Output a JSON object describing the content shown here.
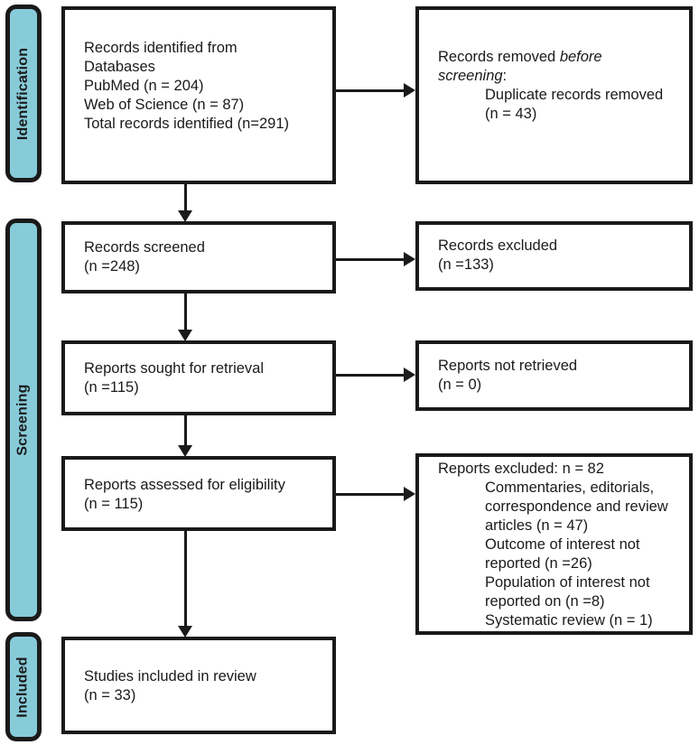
{
  "palette": {
    "stage_fill": "#87CBD9",
    "line_color": "#1A1A1A",
    "background": "#FFFFFF"
  },
  "stages": {
    "identification": "Identification",
    "screening": "Screening",
    "included": "Included"
  },
  "boxes": {
    "records_identified": {
      "lines": [
        "Records identified from",
        "Databases",
        "PubMed (n = 204)",
        "Web of Science (n = 87)",
        "Total records identified (n=291)"
      ]
    },
    "records_removed": {
      "line1_normal": "Records removed ",
      "line1_italic": "before",
      "line2_italic": "screening",
      "line2_normal": ":",
      "items": [
        "Duplicate records removed",
        "(n = 43)"
      ]
    },
    "records_screened": {
      "lines": [
        "Records screened",
        "(n =248)"
      ]
    },
    "records_excluded": {
      "lines": [
        "Records excluded",
        "(n =133)"
      ]
    },
    "reports_sought": {
      "lines": [
        "Reports sought for retrieval",
        "(n =115)"
      ]
    },
    "reports_not_retrieved": {
      "lines": [
        "Reports not retrieved",
        "(n = 0)"
      ]
    },
    "reports_assessed": {
      "lines": [
        "Reports assessed for eligibility",
        "(n = 115)"
      ]
    },
    "reports_excluded": {
      "header": "Reports excluded: n = 82",
      "items": [
        "Commentaries, editorials,",
        "correspondence and review",
        "articles (n = 47)",
        "Outcome of interest not",
        "reported (n =26)",
        "Population of interest not",
        "reported on (n =8)",
        "Systematic review (n = 1)"
      ]
    },
    "studies_included": {
      "lines": [
        "Studies included in review",
        "(n = 33)"
      ]
    }
  }
}
